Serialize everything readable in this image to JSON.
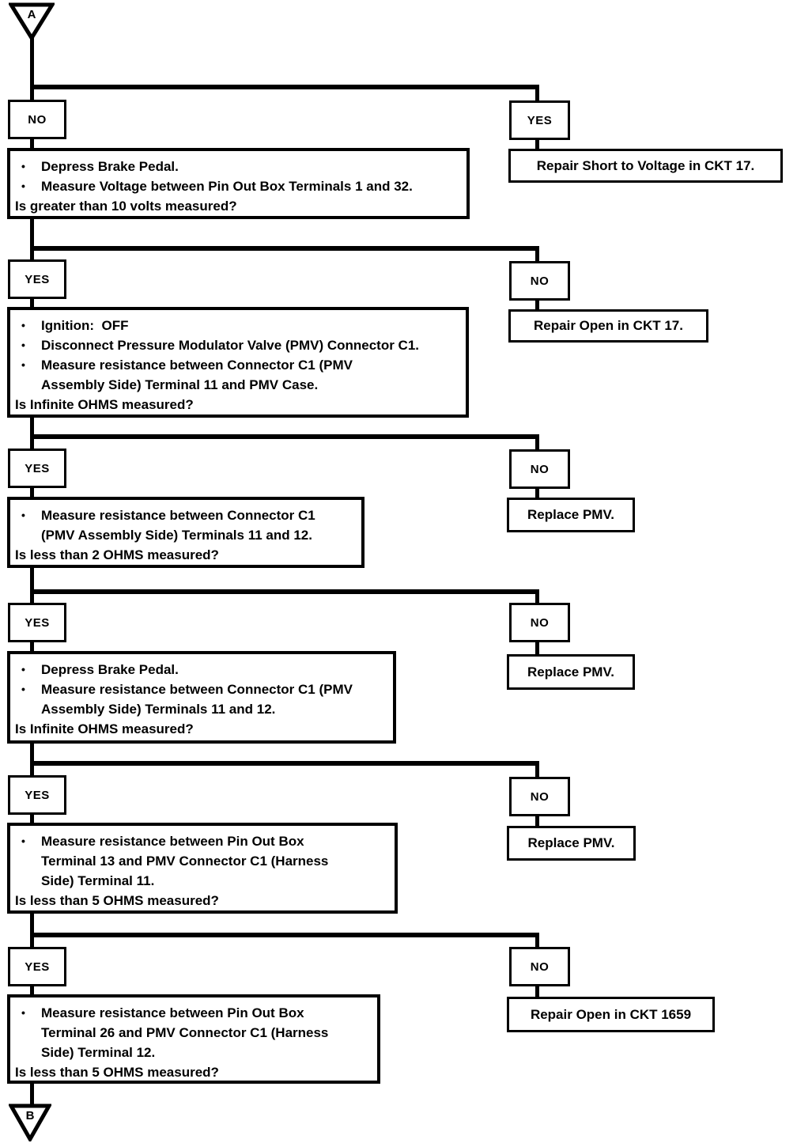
{
  "diagram": {
    "bullet": "•",
    "connector_top": "A",
    "connector_bottom": "B",
    "stages": [
      {
        "left_label": "NO",
        "right_label": "YES",
        "right_action": "Repair Short to Voltage in CKT 17.",
        "steps": [
          "Depress Brake Pedal.",
          "Measure Voltage between Pin Out Box Terminals 1 and 32."
        ],
        "question": "Is greater than 10 volts measured?"
      },
      {
        "left_label": "YES",
        "right_label": "NO",
        "right_action": "Repair Open in CKT 17.",
        "steps": [
          "Ignition:  OFF",
          "Disconnect Pressure Modulator Valve (PMV) Connector C1.",
          "Measure resistance between Connector C1 (PMV\nAssembly Side) Terminal 11 and PMV Case."
        ],
        "question": "Is Infinite OHMS measured?"
      },
      {
        "left_label": "YES",
        "right_label": "NO",
        "right_action": "Replace PMV.",
        "steps": [
          "Measure resistance between Connector C1\n(PMV Assembly Side) Terminals 11 and 12."
        ],
        "question": "Is less than 2 OHMS measured?"
      },
      {
        "left_label": "YES",
        "right_label": "NO",
        "right_action": "Replace PMV.",
        "steps": [
          "Depress Brake Pedal.",
          "Measure resistance between Connector C1 (PMV\nAssembly Side) Terminals 11 and 12."
        ],
        "question": "Is Infinite OHMS measured?"
      },
      {
        "left_label": "YES",
        "right_label": "NO",
        "right_action": "Replace PMV.",
        "steps": [
          "Measure resistance between Pin Out Box\nTerminal 13 and PMV Connector C1 (Harness\nSide) Terminal 11."
        ],
        "question": "Is less than 5 OHMS measured?"
      },
      {
        "left_label": "YES",
        "right_label": "NO",
        "right_action": "Repair Open in CKT 1659",
        "steps": [
          "Measure resistance between Pin Out Box\nTerminal 26 and PMV Connector C1 (Harness\nSide) Terminal 12."
        ],
        "question": "Is less than 5 OHMS measured?"
      }
    ]
  }
}
